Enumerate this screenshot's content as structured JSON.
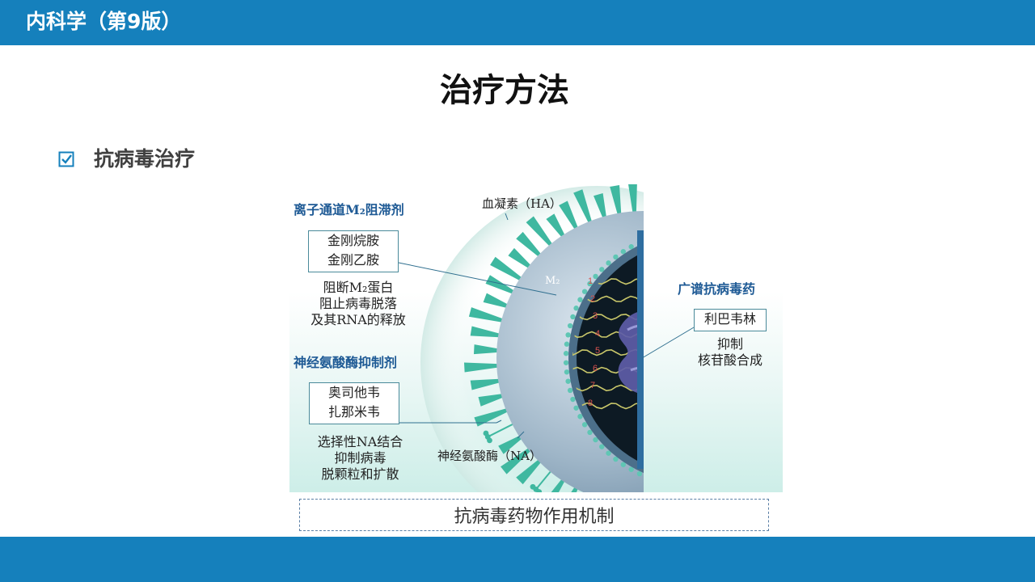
{
  "header": {
    "title": "内科学（第9版）"
  },
  "slide": {
    "title": "治疗方法",
    "bullet_icon": "checkbox-checked-icon",
    "bullet_text": "抗病毒治疗"
  },
  "figure": {
    "sections": {
      "m2": {
        "heading": "离子通道M₂阻滞剂",
        "drugs": [
          "金刚烷胺",
          "金刚乙胺"
        ],
        "mechanism": [
          "阻断M₂蛋白",
          "阻止病毒脱落",
          "及其RNA的释放"
        ]
      },
      "na": {
        "heading": "神经氨酸酶抑制剂",
        "drugs": [
          "奥司他韦",
          "扎那米韦"
        ],
        "mechanism": [
          "选择性NA结合",
          "抑制病毒",
          "脱颗粒和扩散"
        ]
      },
      "broad": {
        "heading": "广谱抗病毒药",
        "drugs": [
          "利巴韦林"
        ],
        "mechanism": [
          "抑制",
          "核苷酸合成"
        ]
      }
    },
    "labels": {
      "ha": "血凝素（HA）",
      "m2": "M₂",
      "na": "神经氨酸酶（NA）"
    },
    "segment_numbers": [
      "1",
      "2",
      "3",
      "4",
      "5",
      "6",
      "7",
      "8"
    ]
  },
  "caption": "抗病毒药物作用机制",
  "colors": {
    "header_bar": "#1580BC",
    "heading_blue": "#1e5a95",
    "spike_teal": "#3fb8a0",
    "virus_body": "#8aa6bd",
    "core_dark": "#0d1a24",
    "rna_purple": "#5d5ca8"
  }
}
